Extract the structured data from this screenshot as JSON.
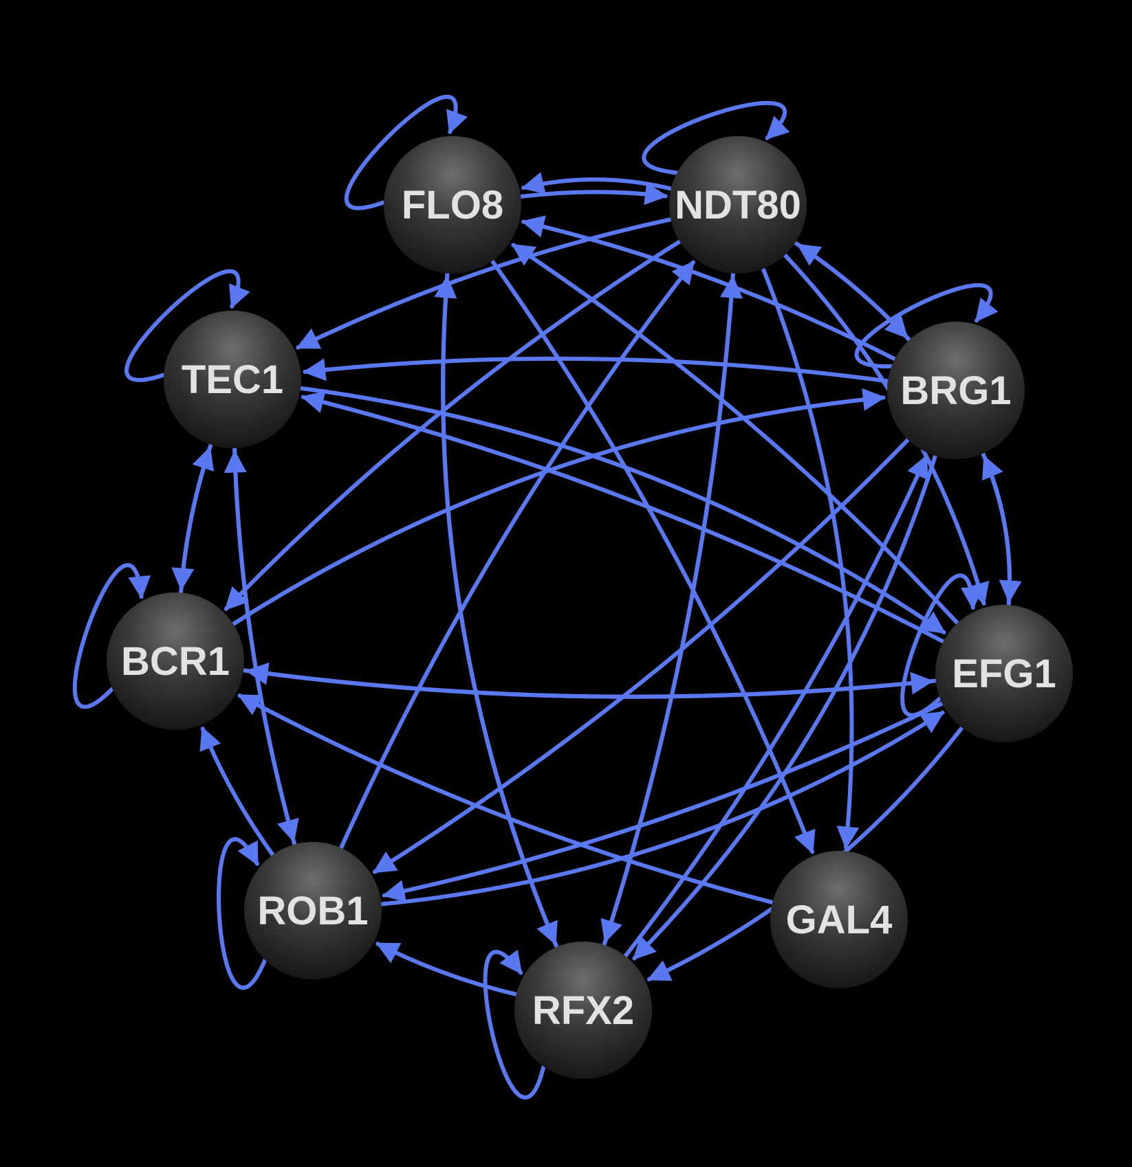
{
  "colors": {
    "background": "#000000",
    "edge": "#5a78f0",
    "node_fill": "#3a3a3a",
    "label": "#e2e2e2"
  },
  "nodes": [
    {
      "id": "FLO8",
      "label": "FLO8"
    },
    {
      "id": "NDT80",
      "label": "NDT80"
    },
    {
      "id": "TEC1",
      "label": "TEC1"
    },
    {
      "id": "BRG1",
      "label": "BRG1"
    },
    {
      "id": "BCR1",
      "label": "BCR1"
    },
    {
      "id": "EFG1",
      "label": "EFG1"
    },
    {
      "id": "ROB1",
      "label": "ROB1"
    },
    {
      "id": "GAL4",
      "label": "GAL4"
    },
    {
      "id": "RFX2",
      "label": "RFX2"
    }
  ],
  "edges": [
    {
      "from": "FLO8",
      "to": "FLO8"
    },
    {
      "from": "NDT80",
      "to": "NDT80"
    },
    {
      "from": "TEC1",
      "to": "TEC1"
    },
    {
      "from": "BRG1",
      "to": "BRG1"
    },
    {
      "from": "BCR1",
      "to": "BCR1"
    },
    {
      "from": "EFG1",
      "to": "EFG1"
    },
    {
      "from": "ROB1",
      "to": "ROB1"
    },
    {
      "from": "RFX2",
      "to": "RFX2"
    },
    {
      "from": "FLO8",
      "to": "NDT80"
    },
    {
      "from": "NDT80",
      "to": "FLO8"
    },
    {
      "from": "NDT80",
      "to": "TEC1"
    },
    {
      "from": "NDT80",
      "to": "BRG1"
    },
    {
      "from": "NDT80",
      "to": "EFG1"
    },
    {
      "from": "NDT80",
      "to": "BCR1"
    },
    {
      "from": "NDT80",
      "to": "RFX2"
    },
    {
      "from": "NDT80",
      "to": "GAL4"
    },
    {
      "from": "BRG1",
      "to": "FLO8"
    },
    {
      "from": "BRG1",
      "to": "NDT80"
    },
    {
      "from": "BRG1",
      "to": "EFG1"
    },
    {
      "from": "BRG1",
      "to": "TEC1"
    },
    {
      "from": "BRG1",
      "to": "ROB1"
    },
    {
      "from": "BRG1",
      "to": "RFX2"
    },
    {
      "from": "TEC1",
      "to": "BCR1"
    },
    {
      "from": "TEC1",
      "to": "ROB1"
    },
    {
      "from": "TEC1",
      "to": "EFG1"
    },
    {
      "from": "BCR1",
      "to": "TEC1"
    },
    {
      "from": "BCR1",
      "to": "EFG1"
    },
    {
      "from": "BCR1",
      "to": "BRG1"
    },
    {
      "from": "EFG1",
      "to": "BCR1"
    },
    {
      "from": "EFG1",
      "to": "TEC1"
    },
    {
      "from": "EFG1",
      "to": "BRG1"
    },
    {
      "from": "EFG1",
      "to": "ROB1"
    },
    {
      "from": "EFG1",
      "to": "FLO8"
    },
    {
      "from": "EFG1",
      "to": "RFX2"
    },
    {
      "from": "ROB1",
      "to": "BCR1"
    },
    {
      "from": "ROB1",
      "to": "TEC1"
    },
    {
      "from": "ROB1",
      "to": "EFG1"
    },
    {
      "from": "ROB1",
      "to": "NDT80"
    },
    {
      "from": "RFX2",
      "to": "ROB1"
    },
    {
      "from": "RFX2",
      "to": "FLO8"
    },
    {
      "from": "RFX2",
      "to": "NDT80"
    },
    {
      "from": "RFX2",
      "to": "BRG1"
    },
    {
      "from": "FLO8",
      "to": "RFX2"
    },
    {
      "from": "FLO8",
      "to": "GAL4"
    },
    {
      "from": "GAL4",
      "to": "BCR1"
    }
  ]
}
